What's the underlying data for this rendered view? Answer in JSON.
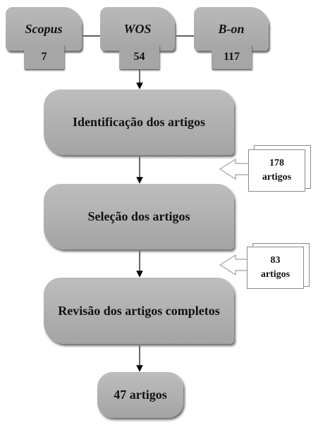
{
  "sources": [
    {
      "name": "Scopus",
      "count": "7"
    },
    {
      "name": "WOS",
      "count": "54"
    },
    {
      "name": "B-on",
      "count": "117"
    }
  ],
  "stages": [
    {
      "label": "Identificação dos artigos"
    },
    {
      "label": "Seleção dos artigos"
    },
    {
      "label": "Revisão dos artigos completos"
    }
  ],
  "excluded": [
    {
      "number": "178",
      "unit": "artigos"
    },
    {
      "number": "83",
      "unit": "artigos"
    }
  ],
  "result": {
    "label": "47 artigos"
  }
}
